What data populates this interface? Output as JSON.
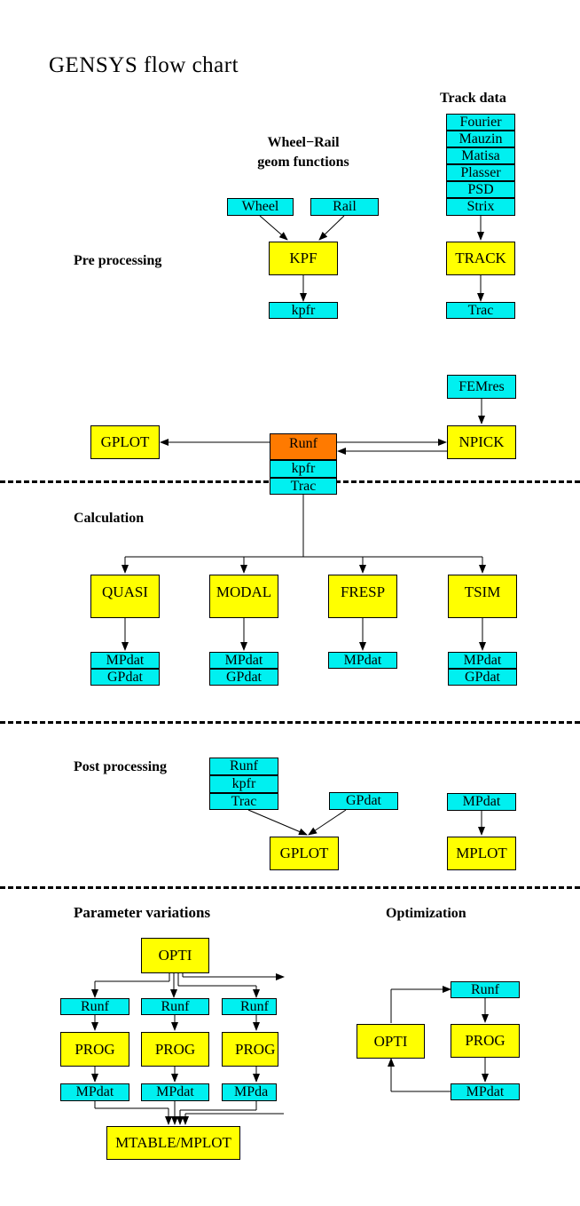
{
  "title": "GENSYS flow chart",
  "headings": {
    "track_data": "Track data",
    "wheel_rail_line1": "Wheel−Rail",
    "wheel_rail_line2": "geom  functions",
    "pre_processing": "Pre processing",
    "calculation": "Calculation",
    "post_processing": "Post processing",
    "parameter_variations": "Parameter variations",
    "optimization": "Optimization"
  },
  "pre": {
    "wheel": "Wheel",
    "rail": "Rail",
    "kpf": "KPF",
    "kpfr": "kpfr",
    "track_sources": [
      "Fourier",
      "Mauzin",
      "Matisa",
      "Plasser",
      "PSD",
      "Strix"
    ],
    "track": "TRACK",
    "trac": "Trac"
  },
  "runf_area": {
    "gplot": "GPLOT",
    "runf": "Runf",
    "kpfr": "kpfr",
    "trac": "Trac",
    "femres": "FEMres",
    "npick": "NPICK"
  },
  "calc": {
    "programs": [
      "QUASI",
      "MODAL",
      "FRESP",
      "TSIM"
    ],
    "mpdat": "MPdat",
    "gpdat": "GPdat"
  },
  "post": {
    "runf": "Runf",
    "kpfr": "kpfr",
    "trac": "Trac",
    "gpdat": "GPdat",
    "gplot": "GPLOT",
    "mpdat": "MPdat",
    "mplot": "MPLOT"
  },
  "param": {
    "opti": "OPTI",
    "runf": "Runf",
    "prog": "PROG",
    "mpdat": "MPdat",
    "runf_partial": "Runf",
    "prog_partial": "PROG",
    "mpdat_partial": "MPda",
    "mtable": "MTABLE/MPLOT"
  },
  "optim": {
    "runf": "Runf",
    "opti": "OPTI",
    "prog": "PROG",
    "mpdat": "MPdat"
  },
  "colors": {
    "data_box": "#00f0f0",
    "program_box": "#ffff00",
    "runf_box": "#ff7a00"
  }
}
